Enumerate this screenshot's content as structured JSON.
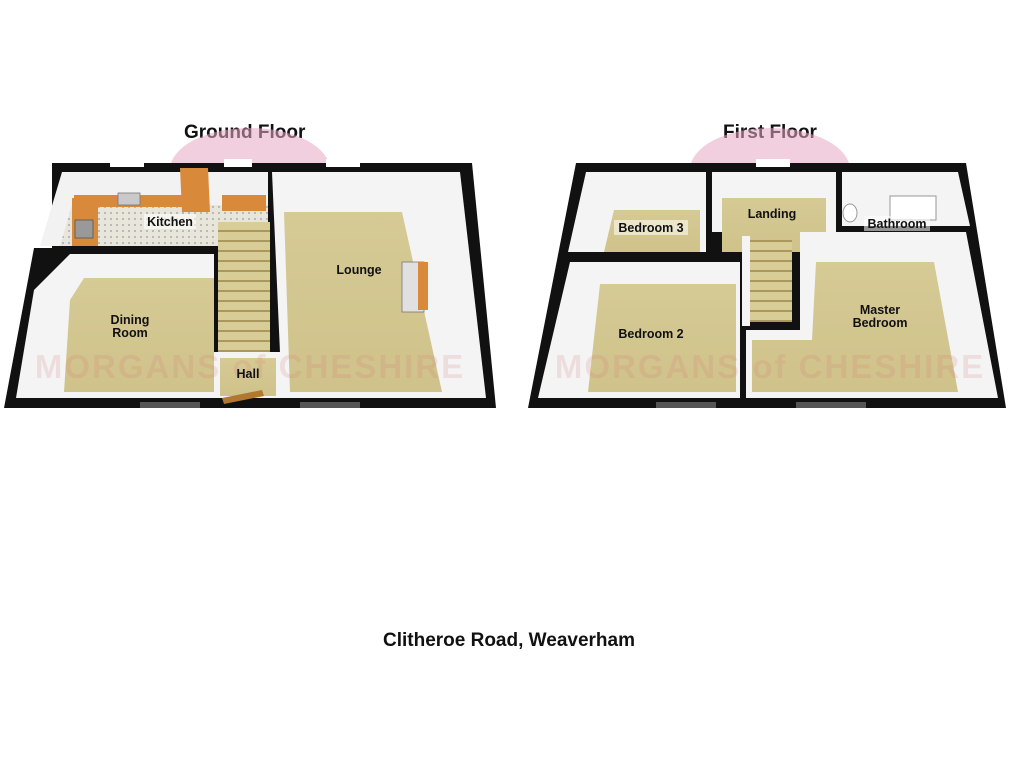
{
  "floors": {
    "ground": {
      "title": "Ground Floor",
      "rooms": {
        "kitchen": "Kitchen",
        "lounge": "Lounge",
        "dining_line1": "Dining",
        "dining_line2": "Room",
        "hall": "Hall"
      }
    },
    "first": {
      "title": "First Floor",
      "rooms": {
        "bedroom3": "Bedroom 3",
        "landing": "Landing",
        "bathroom": "Bathroom",
        "bedroom2": "Bedroom 2",
        "master_line1": "Master",
        "master_line2": "Bedroom"
      }
    }
  },
  "watermark": {
    "brand": "MORGANS of CHESHIRE"
  },
  "address": "Clitheroe Road, Weaverham",
  "colors": {
    "wall": "#111111",
    "floor": "#d8cc97",
    "wall_inner": "#f4f4f4",
    "kitchen_worktop": "#d88a3a",
    "logo_pink": "#e7a8c4"
  }
}
